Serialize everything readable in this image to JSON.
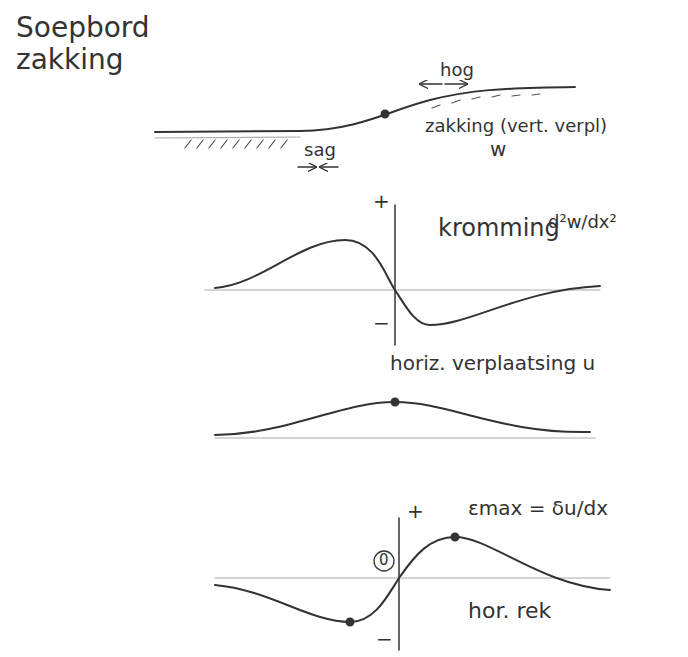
{
  "diagram": {
    "title": "Soepbord zakking",
    "labels": [
      "hog",
      "sag",
      "zakking (vert. verpl)",
      "w",
      "+",
      "kromming",
      "d²w/dx²",
      "−",
      "horiz. verplaatsing u",
      "+",
      "εmax = δu/dx",
      "0",
      "hor. rek",
      "−"
    ]
  }
}
